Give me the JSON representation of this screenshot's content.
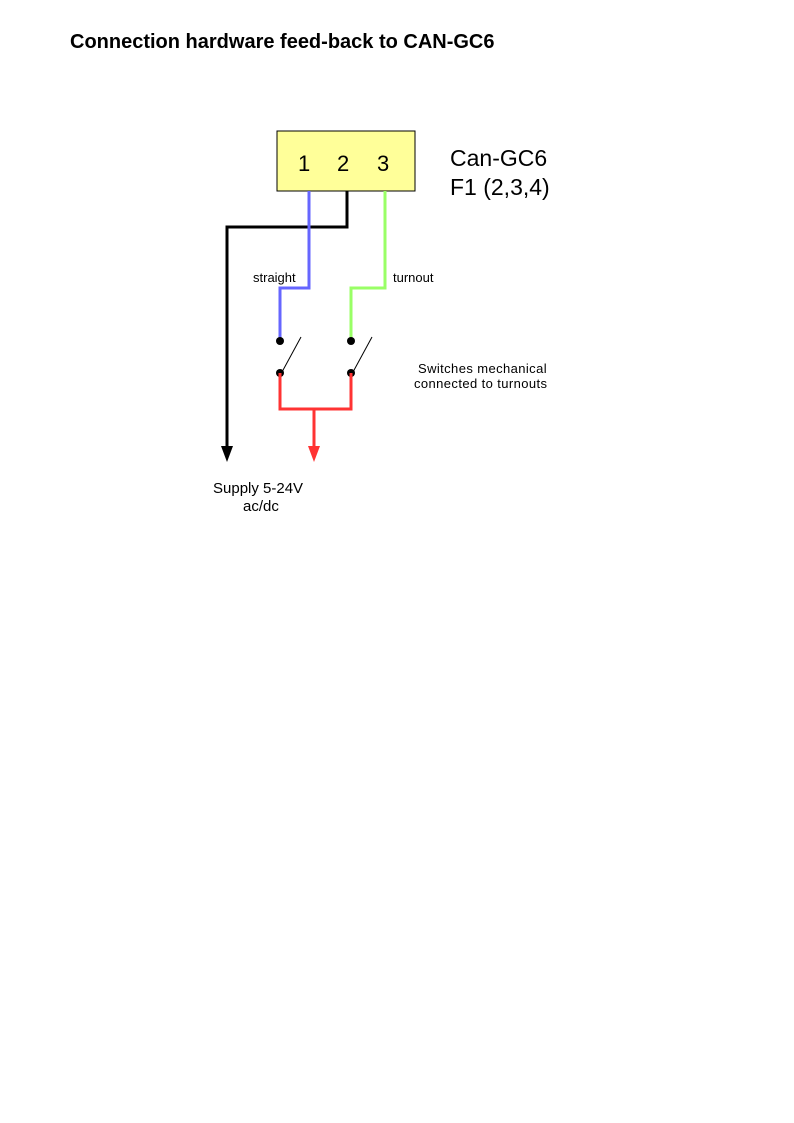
{
  "title": "Connection hardware feed-back to CAN-GC6",
  "connector": {
    "pins": [
      "1",
      "2",
      "3"
    ],
    "fill": "#ffff99"
  },
  "device_label": {
    "line1": "Can-GC6",
    "line2": "F1 (2,3,4)"
  },
  "wire_labels": {
    "straight": "straight",
    "turnout": "turnout"
  },
  "switch_note": {
    "line1": "Switches mechanical",
    "line2": "connected to turnouts"
  },
  "supply_label": {
    "line1": "Supply 5-24V",
    "line2": "ac/dc"
  },
  "colors": {
    "straight": "#6666ff",
    "turnout": "#99ff66",
    "common": "#000000",
    "supply": "#ff3333"
  }
}
